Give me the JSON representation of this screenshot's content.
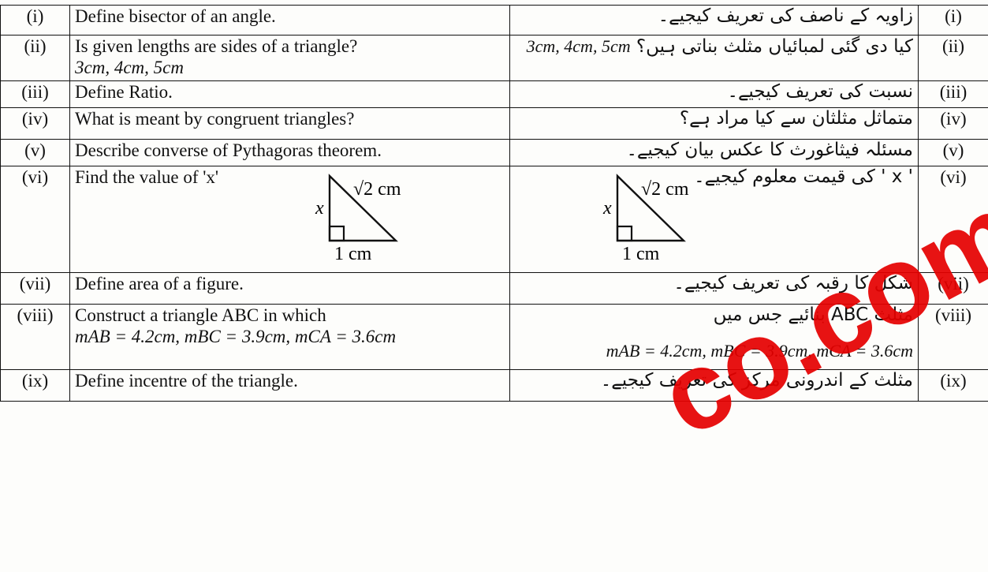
{
  "rows": [
    {
      "num": "(i)",
      "en": "Define bisector of an angle.",
      "ur": "زاویہ کے ناصف کی تعریف کیجیے۔",
      "rnum": "(i)"
    },
    {
      "num": "(ii)",
      "en": "Is given lengths are sides of a triangle?",
      "en2": "3cm, 4cm, 5cm",
      "ur": "کیا دی گئی لمبائیاں مثلث بناتی ہیں؟",
      "ur_math": "3cm, 4cm, 5cm",
      "rnum": "(ii)"
    },
    {
      "num": "(iii)",
      "en": "Define Ratio.",
      "ur": "نسبت کی تعریف کیجیے۔",
      "rnum": "(iii)"
    },
    {
      "num": "(iv)",
      "en": "What is meant by congruent triangles?",
      "ur": "متماثل مثلثان سے کیا مراد ہے؟",
      "rnum": "(iv)"
    },
    {
      "num": "(v)",
      "en": "Describe converse of Pythagoras theorem.",
      "ur": "مسئلہ فیثاغورث کا عکس بیان کیجیے۔",
      "rnum": "(v)"
    },
    {
      "num": "(vi)",
      "en": "Find the value of  'x'",
      "ur": "' x ' کی قیمت معلوم کیجیے۔",
      "rnum": "(vi)",
      "fig_x": "x",
      "fig_hyp": "√2 cm",
      "fig_base": "1 cm"
    },
    {
      "num": "(vii)",
      "en": "Define area of a figure.",
      "ur": "شکل کا رقبہ کی تعریف کیجیے۔",
      "rnum": "(vii)"
    },
    {
      "num": "(viii)",
      "en": "Construct a triangle  ABC  in which",
      "en2": "mAB = 4.2cm,  mBC = 3.9cm,  mCA = 3.6cm",
      "ur": "مثلث ABC بنائیے جس میں",
      "ur_math": "mAB = 4.2cm,  mBC = 3.9cm,  mCA = 3.6cm",
      "rnum": "(viii)"
    },
    {
      "num": "(ix)",
      "en": "Define incentre of the triangle.",
      "ur": "مثلث کے اندرونی مرکز کی تعریف کیجیے۔",
      "rnum": "(ix)"
    }
  ],
  "watermark": "co.com",
  "colors": {
    "ink": "#111111",
    "watermark": "#e60000"
  }
}
